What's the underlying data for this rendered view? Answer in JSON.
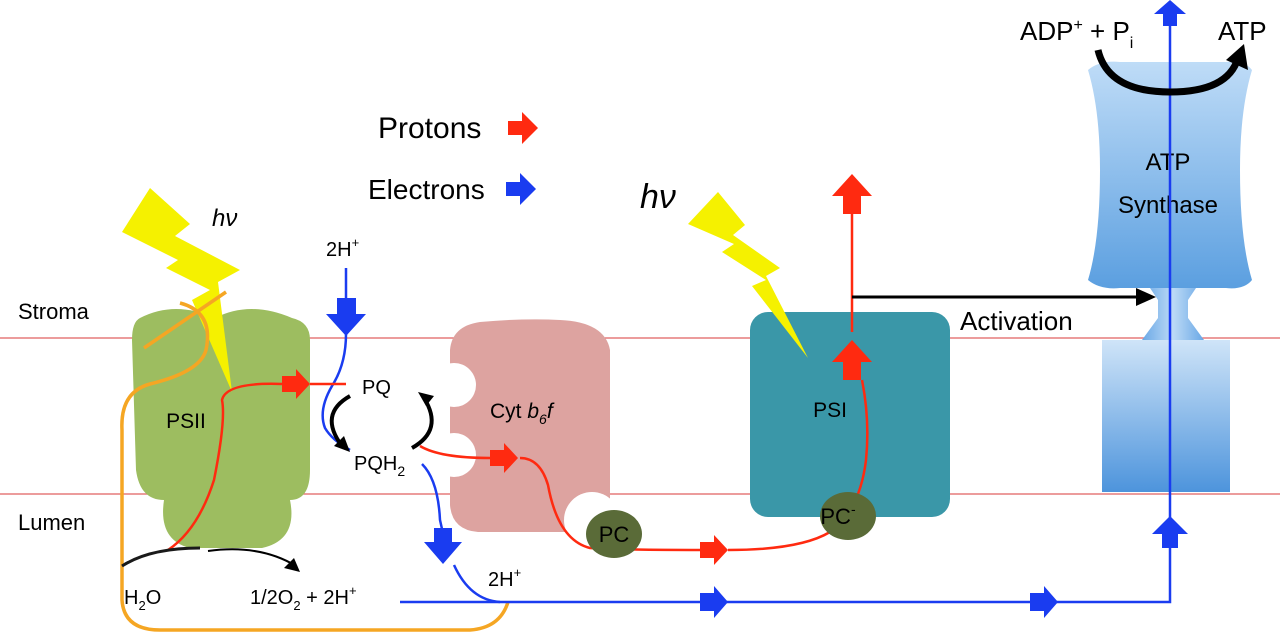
{
  "labels": {
    "stroma": "Stroma",
    "lumen": "Lumen",
    "psii": "PSII",
    "psi": "PSI",
    "cyt_prefix": "Cyt ",
    "cyt_b": "b",
    "cyt_sub": "6",
    "cyt_f": "f",
    "pq": "PQ",
    "pqh_main": "PQH",
    "pqh_sub": "2",
    "pc_left": "PC",
    "pc_right": "PC",
    "pc_right_sup": "-",
    "atp_synthase_line1": "ATP",
    "atp_synthase_line2": "Synthase",
    "activation": "Activation",
    "hv_left": "hν",
    "hv_right": "hν",
    "two_h_top": "2H",
    "two_h_top_sup": "+",
    "two_h_bottom": "2H",
    "two_h_bottom_sup": "+",
    "h2o_main": "H",
    "h2o_sub": "2",
    "h2o_tail": "O",
    "o2_a": "1/2O",
    "o2_sub": "2",
    "o2_b": " + 2H",
    "o2_sup": "+",
    "adp": "ADP",
    "adp_sup": "+",
    "plus_p": " + P",
    "p_sub": "i",
    "atp": "ATP"
  },
  "legend": {
    "protons": "Protons",
    "electrons": "Electrons"
  },
  "colors": {
    "proton_arrow": "#ff2a10",
    "electron_arrow": "#1a3cf0",
    "orange_path": "#f5a623",
    "psii_fill": "#9dbd60",
    "cyt_fill": "#dda3a0",
    "psi_fill": "#3a97a8",
    "pc_fill": "#5a6b38",
    "atp_synthase_fill": "#9cc6ef",
    "lightning": "#f5f100",
    "membrane_line": "#e04a4a"
  }
}
